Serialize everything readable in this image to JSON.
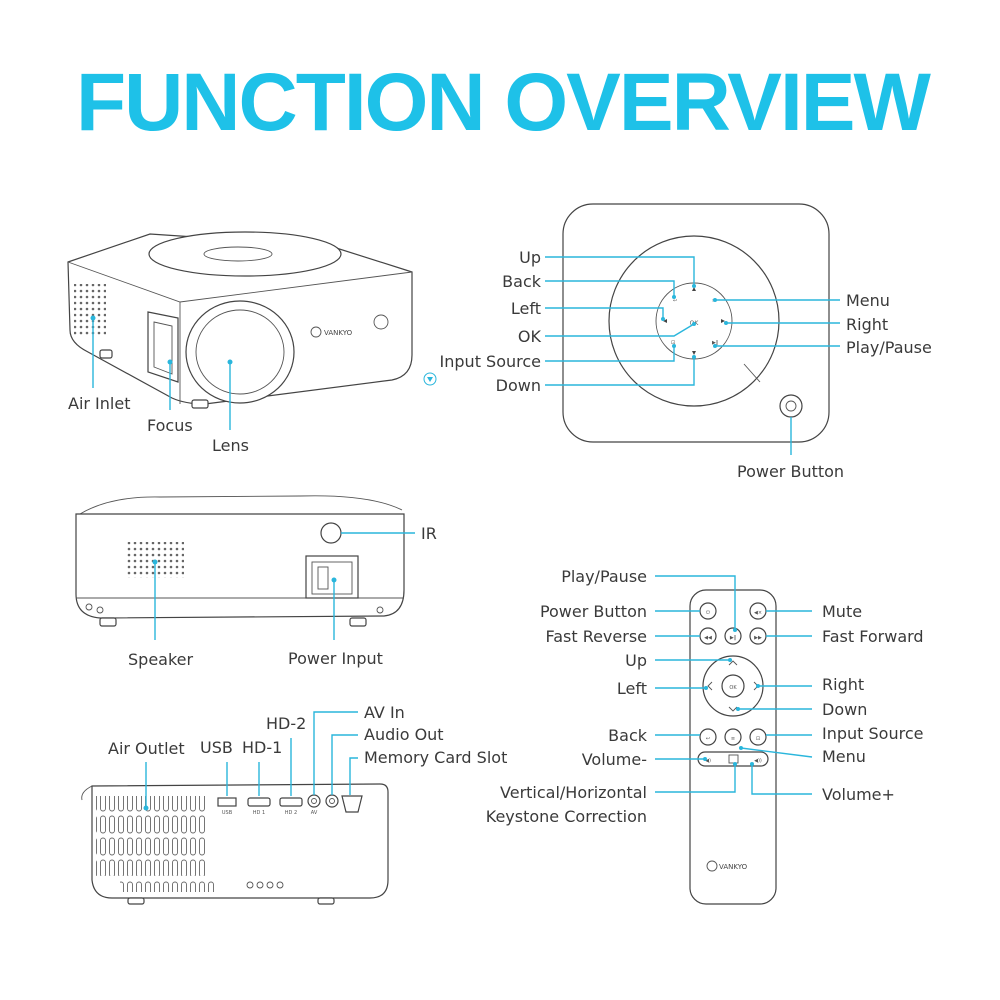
{
  "title": "FUNCTION OVERVIEW",
  "colors": {
    "accent": "#1ec1e8",
    "leader": "#2ab6dc",
    "outline": "#444444"
  },
  "projector_front": {
    "brand": "VANKYO",
    "labels": {
      "air_inlet": "Air Inlet",
      "focus": "Focus",
      "lens": "Lens"
    }
  },
  "top_panel": {
    "ok_label": "OK",
    "labels": {
      "up": "Up",
      "back": "Back",
      "left": "Left",
      "ok": "OK",
      "input_source": "Input Source",
      "down": "Down",
      "menu": "Menu",
      "right": "Right",
      "play_pause": "Play/Pause",
      "power_button": "Power Button"
    }
  },
  "projector_back": {
    "labels": {
      "ir": "IR",
      "speaker": "Speaker",
      "power_input": "Power Input"
    }
  },
  "projector_side": {
    "port_labels": {
      "usb": "USB",
      "hd1": "HD 1",
      "hd2": "HD 2",
      "av": "AV"
    },
    "labels": {
      "air_outlet": "Air Outlet",
      "usb": "USB",
      "hd1": "HD-1",
      "hd2": "HD-2",
      "av_in": "AV In",
      "audio_out": "Audio Out",
      "memory_card_slot": "Memory Card Slot"
    }
  },
  "remote": {
    "brand": "VANKYO",
    "ok_label": "OK",
    "labels": {
      "play_pause": "Play/Pause",
      "power_button": "Power Button",
      "fast_reverse": "Fast Reverse",
      "up": "Up",
      "left": "Left",
      "back": "Back",
      "volume_minus": "Volume-",
      "keystone_line1": "Vertical/Horizontal",
      "keystone_line2": "Keystone Correction",
      "mute": "Mute",
      "fast_forward": "Fast Forward",
      "right": "Right",
      "down": "Down",
      "input_source": "Input Source",
      "menu": "Menu",
      "volume_plus": "Volume+"
    }
  }
}
